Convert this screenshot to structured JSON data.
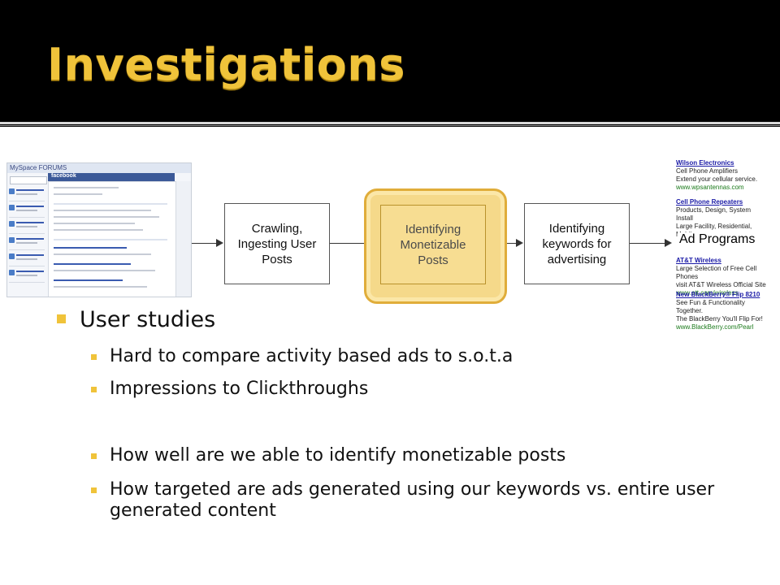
{
  "slide": {
    "title": "Investigations"
  },
  "forum_thumbnail": {
    "brand": "MySpace FORUMS",
    "facebook": "facebook"
  },
  "flow": {
    "step1": "Crawling,\nIngesting User\nPosts",
    "step2": "Identifying\nMonetizable\nPosts",
    "step3": "Identifying\nkeywords for\nadvertising"
  },
  "ads": {
    "label": "Ad Programs",
    "items": [
      {
        "title": "Wilson Electronics",
        "text": "Cell Phone Amplifiers\nExtend your cellular service.",
        "url": "www.wpsantennas.com"
      },
      {
        "title": "Cell Phone Repeaters",
        "text": "Products, Design, System\nInstall\nLarge Facility, Residential,\nMobile",
        "url": ""
      },
      {
        "title": "AT&T Wireless",
        "text": "Large Selection of Free Cell\nPhones\nvisit AT&T Wireless Official Site",
        "url": "www.att.com/wireless"
      },
      {
        "title": "New BlackBerry® Flip 8210",
        "text": "See Fun & Functionality\nTogether.\nThe BlackBerry You'll Flip For!",
        "url": "www.BlackBerry.com/Pearl"
      }
    ]
  },
  "bullets": {
    "level1": "User studies",
    "items": [
      "Hard to compare activity based ads to s.o.t.a",
      "Impressions to Clickthroughs",
      "How well are we able to identify monetizable posts",
      "How targeted are ads generated using our keywords vs. entire user generated content"
    ]
  },
  "colors": {
    "title": "#f0c33a",
    "bullet": "#f0c33a",
    "highlight_fill": "#f5d98a",
    "highlight_border": "#e0ad3a"
  }
}
